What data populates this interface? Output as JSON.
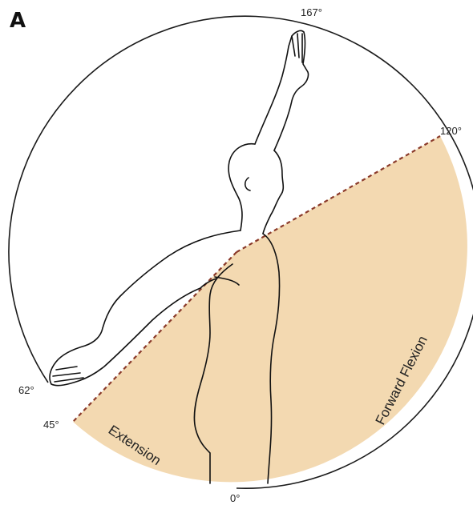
{
  "figure": {
    "panel_label": "A",
    "colors": {
      "sector_fill": "#f3d9b1",
      "outline": "#1a1a1a",
      "boundary_dash": "#8a3a2a",
      "figure_stroke": "#111111"
    },
    "angles": [
      {
        "label": "167°",
        "degrees": 167
      },
      {
        "label": "120°",
        "degrees": 120
      },
      {
        "label": "62°",
        "degrees": 62
      },
      {
        "label": "45°",
        "degrees": 45
      },
      {
        "label": "0°",
        "degrees": 0
      }
    ],
    "regions": {
      "forward": {
        "label": "Forward Flexion"
      },
      "extension": {
        "label": "Extension"
      }
    },
    "icon": "human-figure-arm-raised"
  }
}
